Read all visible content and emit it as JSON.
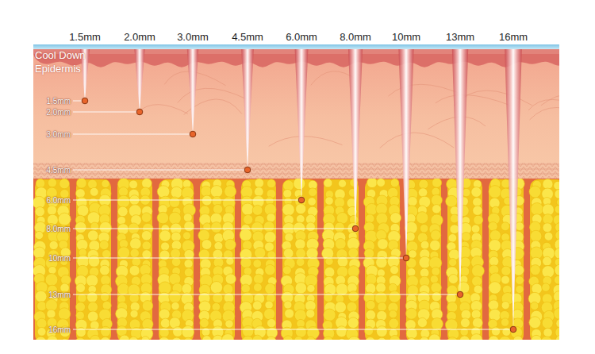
{
  "diagram": {
    "labels": [
      "1.5mm",
      "2.0mm",
      "3.0mm",
      "4.5mm",
      "6.0mm",
      "8.0mm",
      "10mm",
      "13mm",
      "16mm",
      "Cool Down Epidermis",
      "1.5mm",
      "2.0mm",
      "3.0mm",
      "4.5mm",
      "6.0mm",
      "8.0mm",
      "10mm",
      "13mm",
      "16mm"
    ]
  }
}
